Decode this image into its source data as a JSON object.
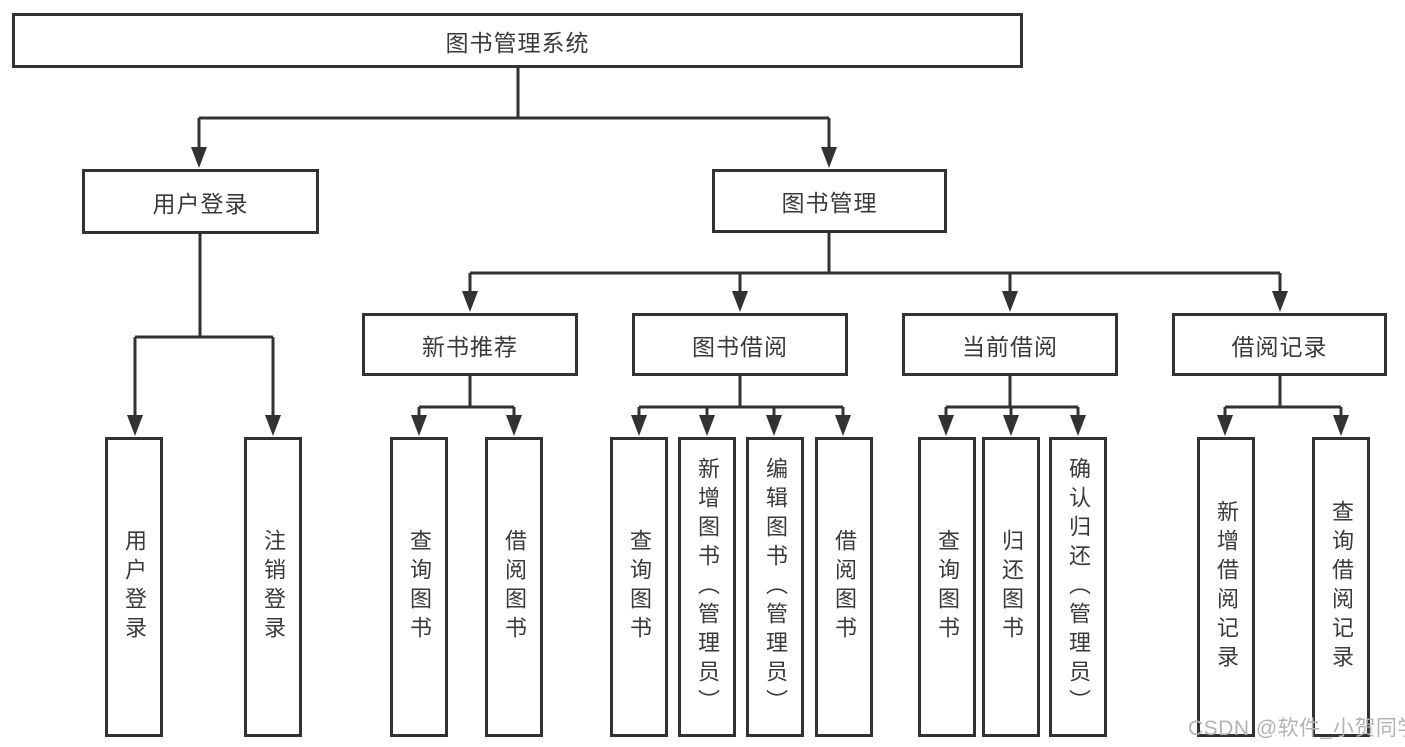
{
  "colors": {
    "line": "#323232",
    "text": "#3a3a3a",
    "bg": "#ffffff",
    "watermark": "#b3b3b3"
  },
  "watermark": {
    "text": "CSDN @软件_小贺同学"
  },
  "tree": {
    "root": {
      "label": "图书管理系统"
    },
    "login": {
      "label": "用户登录",
      "leaves": [
        "用户登录",
        "注销登录"
      ]
    },
    "mgmt": {
      "label": "图书管理",
      "groups": [
        {
          "label": "新书推荐",
          "leaves": [
            "查询图书",
            "借阅图书"
          ]
        },
        {
          "label": "图书借阅",
          "leaves": [
            "查询图书",
            "新增图书（管理员）",
            "编辑图书（管理员）",
            "借阅图书"
          ]
        },
        {
          "label": "当前借阅",
          "leaves": [
            "查询图书",
            "归还图书",
            "确认归还（管理员）"
          ]
        },
        {
          "label": "借阅记录",
          "leaves": [
            "新增借阅记录",
            "查询借阅记录"
          ]
        }
      ]
    }
  }
}
